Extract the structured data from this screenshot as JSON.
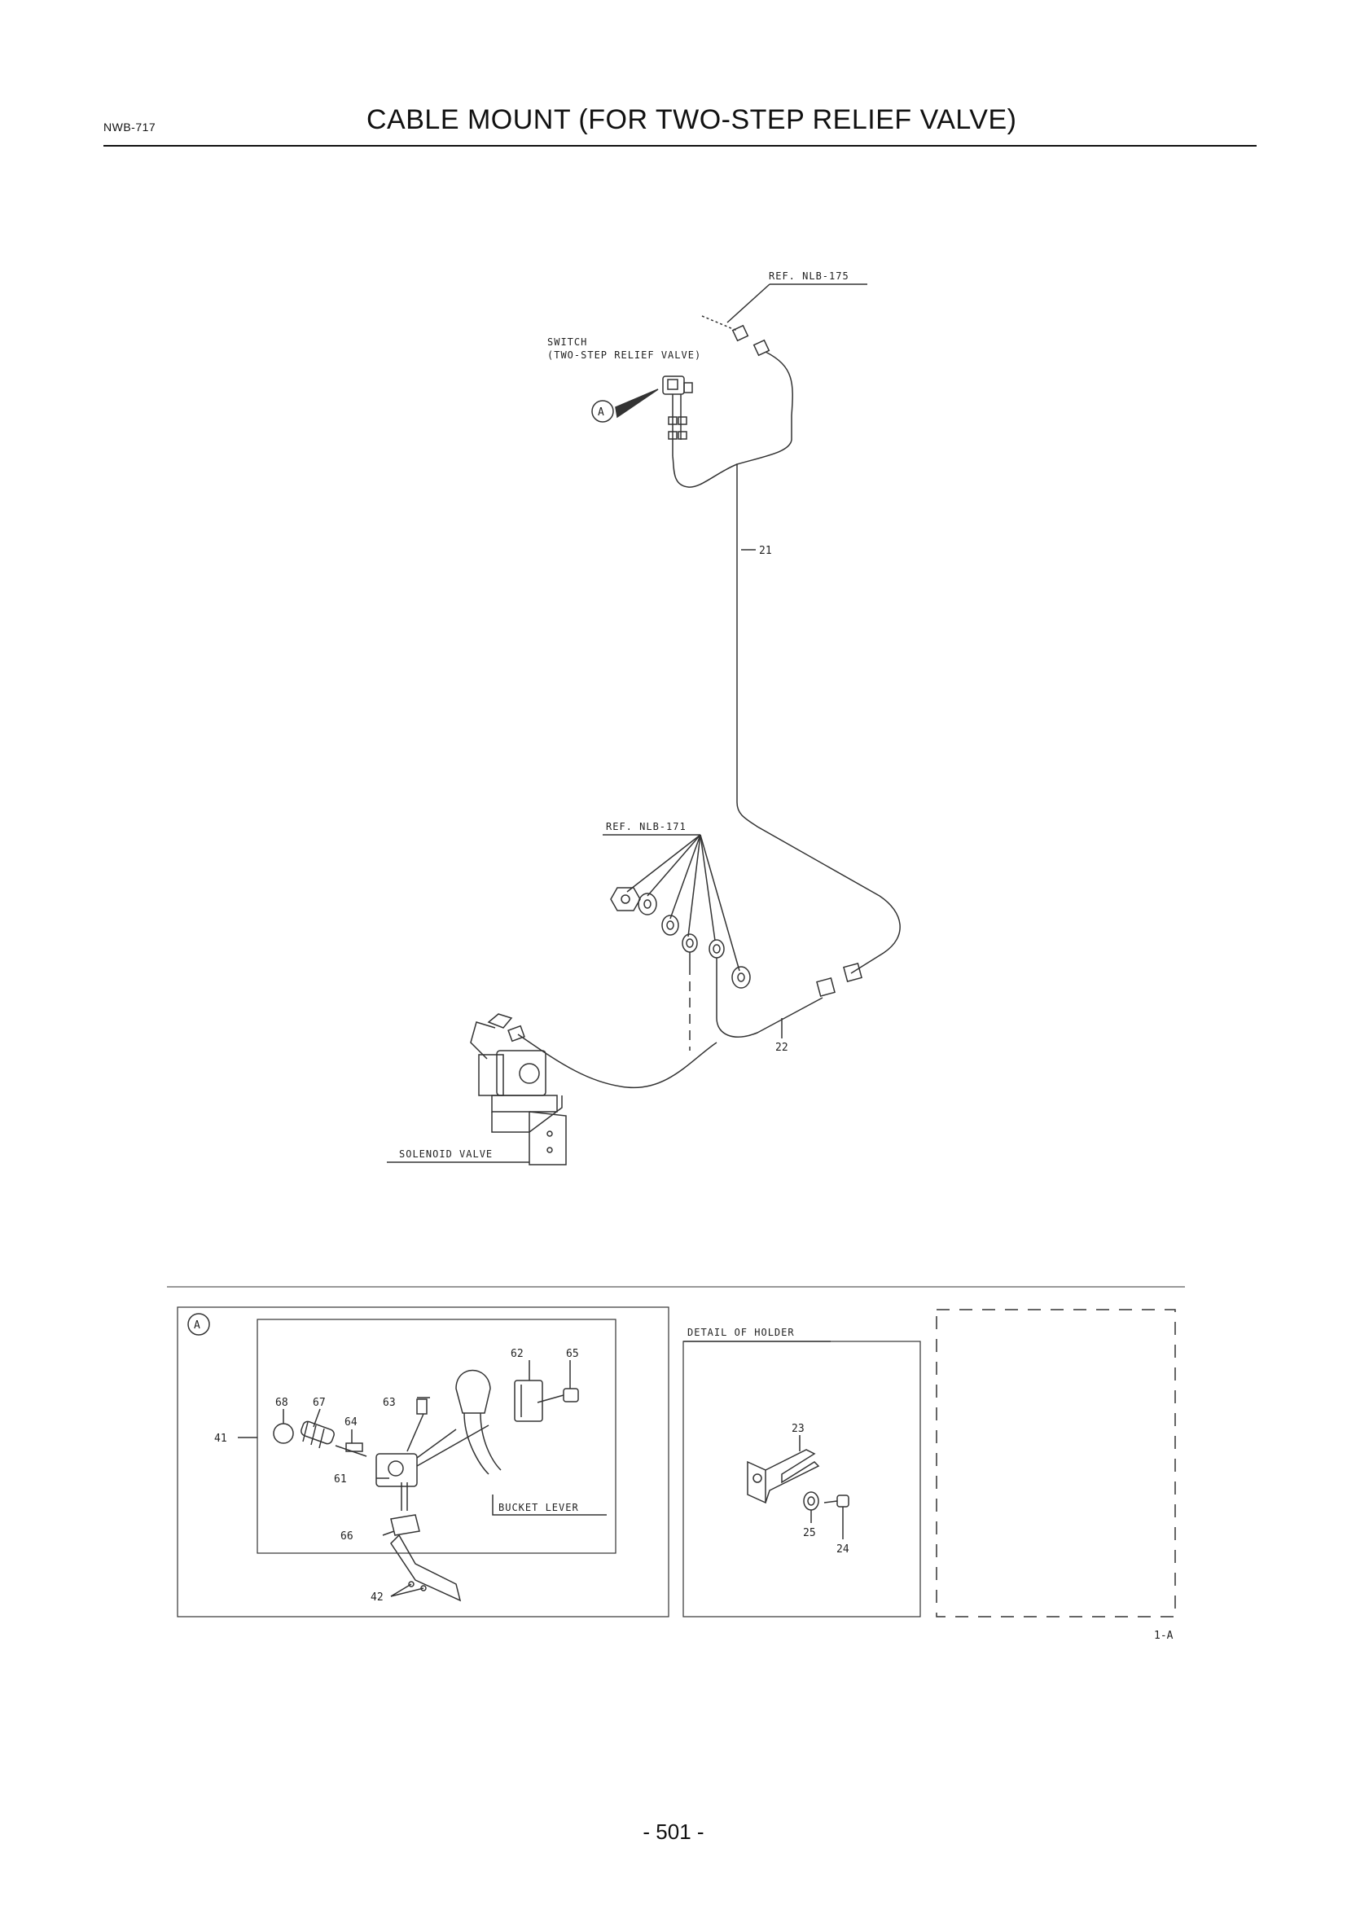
{
  "header": {
    "code": "NWB-717",
    "title": "CABLE MOUNT (FOR TWO-STEP RELIEF VALVE)"
  },
  "main_diagram": {
    "ref_top": "REF. NLB-175",
    "switch_label_line1": "SWITCH",
    "switch_label_line2": "(TWO-STEP RELIEF VALVE)",
    "detail_marker": "A",
    "callout_21": "21",
    "ref_mid": "REF. NLB-171",
    "callout_22": "22",
    "solenoid_label": "SOLENOID VALVE"
  },
  "detail_a": {
    "marker": "A",
    "callouts": {
      "c41": "41",
      "c42": "42",
      "c61": "61",
      "c62": "62",
      "c63": "63",
      "c64": "64",
      "c65": "65",
      "c66": "66",
      "c67": "67",
      "c68": "68"
    },
    "bucket_lever": "BUCKET LEVER"
  },
  "detail_holder": {
    "title": "DETAIL OF HOLDER",
    "c23": "23",
    "c24": "24",
    "c25": "25"
  },
  "figure_ref": "1-A",
  "page_number": "- 501 -"
}
